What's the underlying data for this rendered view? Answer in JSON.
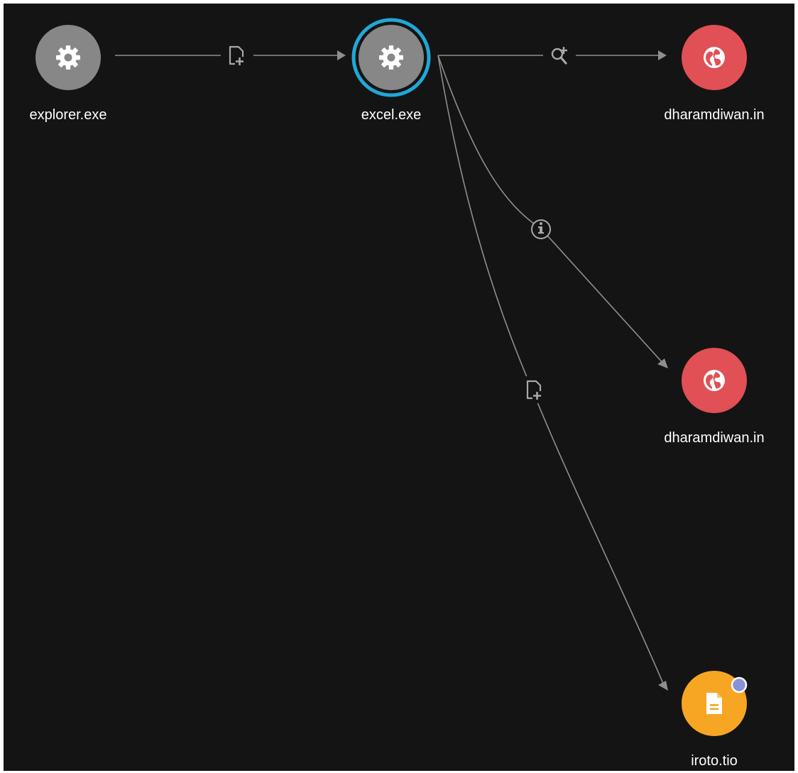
{
  "colors": {
    "background": "#141414",
    "edge": "#8e8e8e",
    "process": "#878787",
    "domain": "#e05055",
    "file": "#f7a623",
    "selected_ring": "#20a8d8",
    "badge": "#8a92d6"
  },
  "nodes": [
    {
      "id": "explorer",
      "label": "explorer.exe",
      "type": "process",
      "icon": "gear-icon",
      "selected": false
    },
    {
      "id": "excel",
      "label": "excel.exe",
      "type": "process",
      "icon": "gear-icon",
      "selected": true
    },
    {
      "id": "domain-top",
      "label": "dharamdiwan.in",
      "type": "domain",
      "icon": "globe-icon",
      "selected": false
    },
    {
      "id": "domain-mid",
      "label": "dharamdiwan.in",
      "type": "domain",
      "icon": "globe-icon",
      "selected": false
    },
    {
      "id": "file",
      "label": "iroto.tio",
      "type": "file",
      "icon": "document-icon",
      "selected": false,
      "badge": true
    }
  ],
  "edges": [
    {
      "from": "explorer",
      "to": "excel",
      "icon": "file-create-icon"
    },
    {
      "from": "excel",
      "to": "domain-top",
      "icon": "dns-lookup-icon"
    },
    {
      "from": "excel",
      "to": "domain-mid",
      "icon": "info-icon"
    },
    {
      "from": "excel",
      "to": "file",
      "icon": "file-create-icon"
    }
  ]
}
